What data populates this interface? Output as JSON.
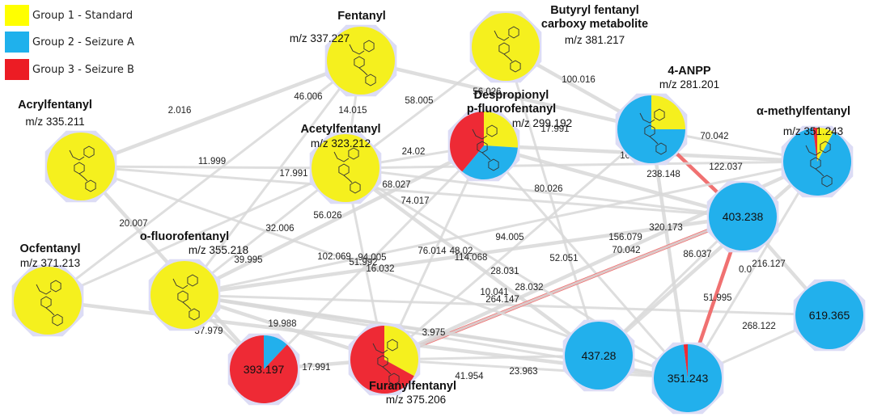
{
  "legend": {
    "items": [
      {
        "label": "Group 1 - Standard",
        "color": "#ffff00"
      },
      {
        "label": "Group 2 - Seizure A",
        "color": "#1fb1ec"
      },
      {
        "label": "Group 3 - Seizure B",
        "color": "#ec1c24"
      }
    ]
  },
  "colors": {
    "yellow": "#f5f01e",
    "blue": "#22b0ec",
    "red": "#ee2a35",
    "halo": "#dcdcf5",
    "edge_gray": "#d9d9d9",
    "edge_highlight": "#f06a6a"
  },
  "nodes": [
    {
      "id": "fentanyl",
      "name": "Fentanyl",
      "mz": "m/z 337.227",
      "center_label": "",
      "pie": [
        1,
        0,
        0
      ],
      "structure_icon": "fentanyl-structure"
    },
    {
      "id": "butyryl",
      "name": "Butyryl fentanyl carboxy metabolite",
      "name_lines": [
        "Butyryl fentanyl",
        "carboxy metabolite"
      ],
      "mz": "m/z 381.217",
      "center_label": "",
      "pie": [
        1,
        0,
        0
      ],
      "structure_icon": "butyryl-fentanyl-carboxy-structure"
    },
    {
      "id": "anpp",
      "name": "4-ANPP",
      "mz": "m/z 281.201",
      "center_label": "",
      "pie": [
        0.25,
        0.75,
        0
      ],
      "structure_icon": "4-anpp-structure"
    },
    {
      "id": "acryl",
      "name": "Acrylfentanyl",
      "mz": "m/z 335.211",
      "center_label": "",
      "pie": [
        1,
        0,
        0
      ],
      "structure_icon": "acrylfentanyl-structure"
    },
    {
      "id": "desprop",
      "name": "Despropionyl p-fluorofentanyl",
      "name_lines": [
        "Despropionyl",
        "p-fluorofentanyl"
      ],
      "mz": "m/z 299.192",
      "center_label": "",
      "pie": [
        0.26,
        0.35,
        0.39
      ],
      "structure_icon": "despropionyl-p-fluorofentanyl-structure"
    },
    {
      "id": "acetyl",
      "name": "Acetylfentanyl",
      "mz": "m/z 323.212",
      "center_label": "",
      "pie": [
        1,
        0,
        0
      ],
      "structure_icon": "acetylfentanyl-structure"
    },
    {
      "id": "amethyl",
      "name": "α-methylfentanyl",
      "mz": "m/z 351.243",
      "center_label": "",
      "pie": [
        0.08,
        0.9,
        0.02
      ],
      "structure_icon": "alpha-methylfentanyl-structure"
    },
    {
      "id": "n403",
      "name": "",
      "mz": "",
      "center_label": "403.238",
      "pie": [
        0,
        1,
        0
      ],
      "structure_icon": ""
    },
    {
      "id": "ocf",
      "name": "Ocfentanyl",
      "mz": "m/z 371.213",
      "center_label": "",
      "pie": [
        1,
        0,
        0
      ],
      "structure_icon": "ocfentanyl-structure"
    },
    {
      "id": "ofluoro",
      "name": "o-fluorofentanyl",
      "mz": "m/z 355.218",
      "center_label": "",
      "pie": [
        1,
        0,
        0
      ],
      "structure_icon": "o-fluorofentanyl-structure"
    },
    {
      "id": "n619",
      "name": "",
      "mz": "",
      "center_label": "619.365",
      "pie": [
        0,
        1,
        0
      ],
      "structure_icon": ""
    },
    {
      "id": "n393",
      "name": "",
      "mz": "",
      "center_label": "393.197",
      "pie": [
        0,
        0.12,
        0.88
      ],
      "structure_icon": ""
    },
    {
      "id": "furanyl",
      "name": "Furanylfentanyl",
      "mz": "m/z 375.206",
      "center_label": "",
      "pie": [
        0.33,
        0,
        0.67
      ],
      "structure_icon": "furanylfentanyl-structure"
    },
    {
      "id": "n437",
      "name": "",
      "mz": "",
      "center_label": "437.28",
      "pie": [
        0,
        1,
        0
      ],
      "structure_icon": ""
    },
    {
      "id": "n351",
      "name": "",
      "mz": "",
      "center_label": "351.243",
      "pie": [
        0,
        0.98,
        0.02
      ],
      "structure_icon": ""
    }
  ],
  "edges": [
    {
      "from": "acryl",
      "to": "fentanyl",
      "label": "2.016",
      "highlight": false
    },
    {
      "from": "acryl",
      "to": "acetyl",
      "label": "11.999",
      "highlight": false
    },
    {
      "from": "acryl",
      "to": "n403",
      "label": "17.991",
      "highlight": false
    },
    {
      "from": "acryl",
      "to": "n393",
      "label": "20.007",
      "highlight": false
    },
    {
      "from": "fentanyl",
      "to": "ofluoro",
      "label": "46.006",
      "highlight": false
    },
    {
      "from": "fentanyl",
      "to": "acetyl",
      "label": "14.015",
      "highlight": false
    },
    {
      "from": "fentanyl",
      "to": "anpp",
      "label": "56.026",
      "highlight": false
    },
    {
      "from": "fentanyl",
      "to": "ocf",
      "label": "",
      "highlight": false
    },
    {
      "from": "butyryl",
      "to": "acetyl",
      "label": "58.005",
      "highlight": false
    },
    {
      "from": "butyryl",
      "to": "anpp",
      "label": "100.016",
      "highlight": false
    },
    {
      "from": "butyryl",
      "to": "n437",
      "label": "",
      "highlight": false
    },
    {
      "from": "acetyl",
      "to": "desprop",
      "label": "24.02",
      "highlight": false
    },
    {
      "from": "desprop",
      "to": "amethyl",
      "label": "17.991",
      "highlight": false
    },
    {
      "from": "anpp",
      "to": "amethyl",
      "label": "70.042",
      "highlight": false
    },
    {
      "from": "anpp",
      "to": "n403",
      "label": "122.037",
      "highlight": true
    },
    {
      "from": "anpp",
      "to": "n351",
      "label": "238.148",
      "highlight": false
    },
    {
      "from": "anpp",
      "to": "furanyl",
      "label": "104.046",
      "highlight": false
    },
    {
      "from": "acetyl",
      "to": "n403",
      "label": "68.027",
      "highlight": false
    },
    {
      "from": "acetyl",
      "to": "n437",
      "label": "74.017",
      "highlight": false
    },
    {
      "from": "acetyl",
      "to": "ofluoro",
      "label": "32.006",
      "highlight": false
    },
    {
      "from": "acetyl",
      "to": "furanyl",
      "label": "56.026",
      "highlight": false
    },
    {
      "from": "desprop",
      "to": "n403",
      "label": "80.026",
      "highlight": false
    },
    {
      "from": "desprop",
      "to": "n393",
      "label": "76.014",
      "highlight": false
    },
    {
      "from": "desprop",
      "to": "n351",
      "label": "48.02",
      "highlight": false
    },
    {
      "from": "ofluoro",
      "to": "n403",
      "label": "94.005",
      "highlight": false
    },
    {
      "from": "ofluoro",
      "to": "n437",
      "label": "102.069",
      "highlight": false
    },
    {
      "from": "ofluoro",
      "to": "n393",
      "label": "37.979",
      "highlight": false
    },
    {
      "from": "ofluoro",
      "to": "furanyl",
      "label": "19.988",
      "highlight": false
    },
    {
      "from": "ofluoro",
      "to": "n351",
      "label": "28.031",
      "highlight": false
    },
    {
      "from": "ofluoro",
      "to": "n619",
      "label": "264.147",
      "highlight": false
    },
    {
      "from": "ofluoro",
      "to": "desprop",
      "label": "39.995",
      "highlight": false
    },
    {
      "from": "ocf",
      "to": "acetyl",
      "label": "",
      "highlight": false
    },
    {
      "from": "furanyl",
      "to": "n403",
      "label": "28.032",
      "highlight": true
    },
    {
      "from": "furanyl",
      "to": "n393",
      "label": "17.991",
      "highlight": false
    },
    {
      "from": "furanyl",
      "to": "n437",
      "label": "23.963",
      "highlight": false
    },
    {
      "from": "furanyl",
      "to": "n351",
      "label": "41.954",
      "highlight": false
    },
    {
      "from": "furanyl",
      "to": "amethyl",
      "label": "156.079",
      "highlight": false
    },
    {
      "from": "n403",
      "to": "n351",
      "label": "51.995",
      "highlight": true
    },
    {
      "from": "n403",
      "to": "n437",
      "label": "70.042",
      "highlight": false
    },
    {
      "from": "n403",
      "to": "n619",
      "label": "216.127",
      "highlight": false
    },
    {
      "from": "n351",
      "to": "n619",
      "label": "268.122",
      "highlight": false
    },
    {
      "from": "n351",
      "to": "amethyl",
      "label": "0.0",
      "highlight": false
    },
    {
      "from": "amethyl",
      "to": "n437",
      "label": "86.037",
      "highlight": false
    },
    {
      "from": "ofluoro",
      "to": "amethyl",
      "label": "320.173",
      "highlight": false
    },
    {
      "from": "acetyl",
      "to": "n351",
      "label": "51.992",
      "highlight": false
    },
    {
      "from": "ocf",
      "to": "n351",
      "label": "16.032",
      "highlight": false
    },
    {
      "from": "acetyl",
      "to": "amethyl",
      "label": "94.005",
      "highlight": false
    },
    {
      "from": "acryl",
      "to": "n351",
      "label": "114.068",
      "highlight": false
    },
    {
      "from": "ofluoro",
      "to": "n437b",
      "label": "52.051",
      "highlight": false
    },
    {
      "from": "desprop",
      "to": "furanyl",
      "label": "10.041",
      "highlight": false
    },
    {
      "from": "furanyl",
      "to": "n351b",
      "label": "3.975",
      "highlight": false
    }
  ]
}
